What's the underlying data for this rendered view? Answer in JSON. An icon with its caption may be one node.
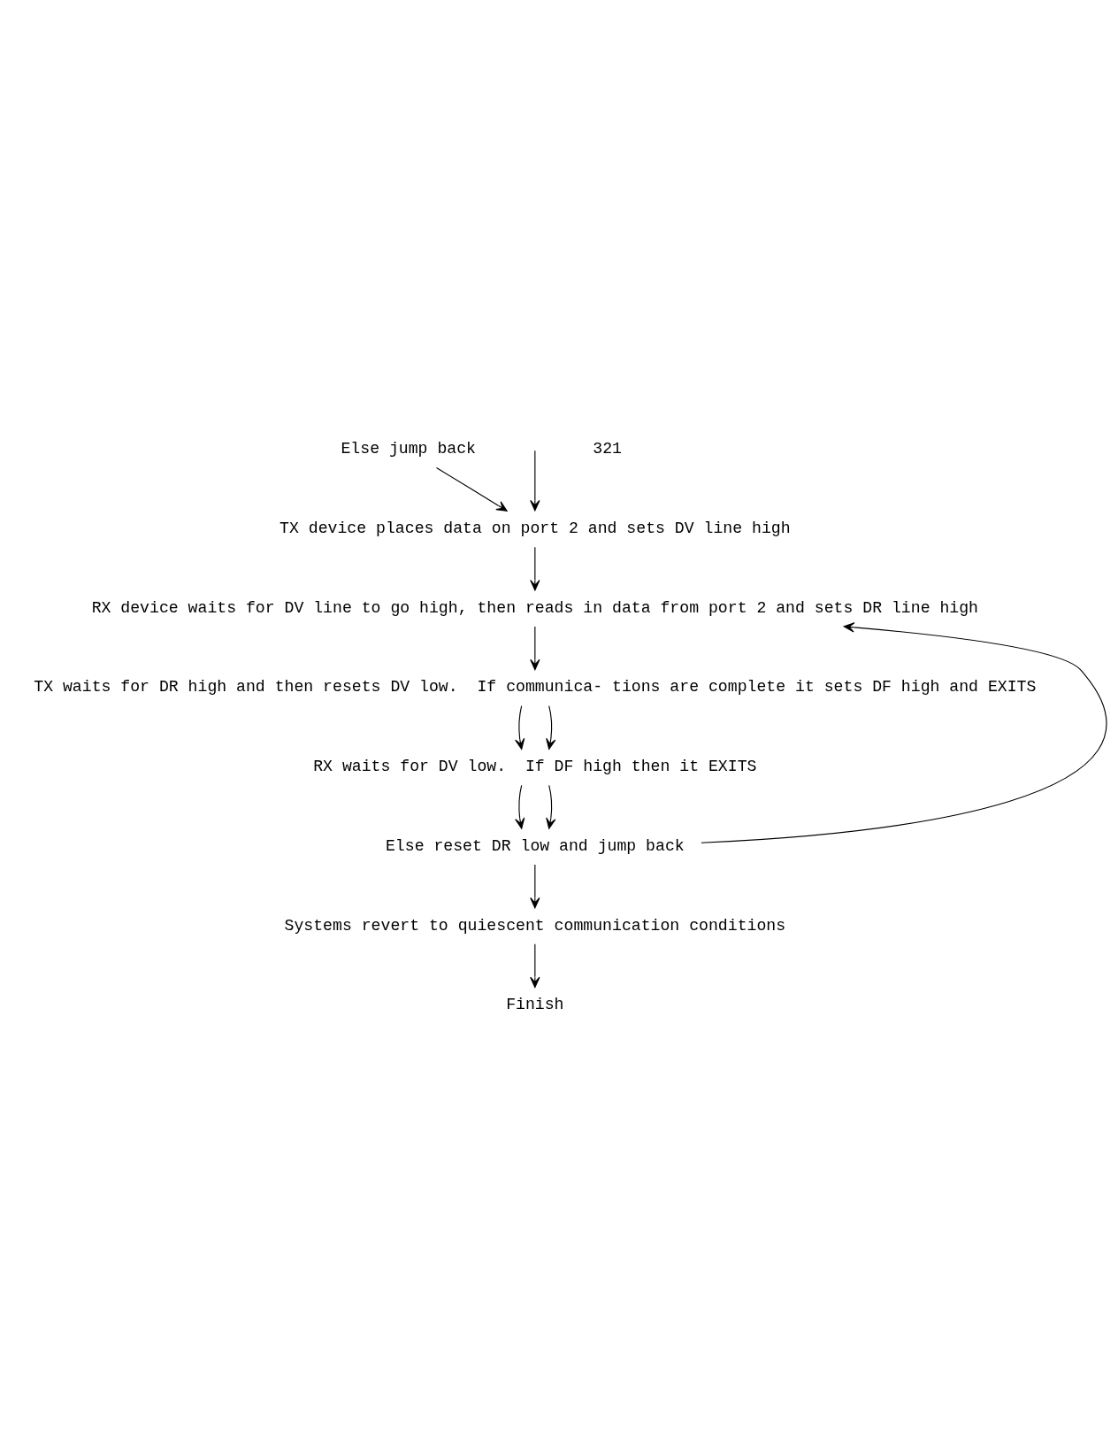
{
  "diagram": {
    "nodes": [
      {
        "text": [
          "TX device places data on port 2 and sets DV line high"
        ]
      },
      {
        "text": [
          "RX device waits for DV line to go high, then reads in data from port 2 and sets DR line high"
        ]
      },
      {
        "text": [
          "TX waits for DR high and then resets DV low.  If communica- tions are complete it sets DF high and EXITS"
        ]
      },
      {
        "text": [
          "Else jump back"
        ]
      },
      {
        "text": [
          "RX waits for DV low.  If DF high then it EXITS"
        ]
      },
      {
        "text": [
          "Else reset DR low and jump back"
        ]
      },
      {
        "text": [
          "Systems revert to quiescent communication conditions"
        ]
      },
      {
        "text": [
          "Finish"
        ]
      }
    ],
    "edges": [
      {
        "from": null,
        "to": 0,
        "arrow": "to"
      },
      {
        "from": 0,
        "to": 1,
        "arrow": "to"
      },
      {
        "from": 1,
        "to": 2,
        "arrow": "to"
      },
      {
        "from": 2,
        "to": 4,
        "arrow": "to"
      },
      {
        "from": 2,
        "to": 4,
        "arrow": "to"
      },
      {
        "from": 3,
        "to": 0,
        "arrow": "to"
      },
      {
        "from": 4,
        "to": 5,
        "arrow": "to"
      },
      {
        "from": 4,
        "to": 5,
        "arrow": "to"
      },
      {
        "from": 5,
        "to": 1,
        "arrow": "to"
      },
      {
        "from": 5,
        "to": 6,
        "arrow": "to"
      },
      {
        "from": 6,
        "to": 7,
        "arrow": "to"
      }
    ],
    "labels": [
      "321"
    ]
  }
}
